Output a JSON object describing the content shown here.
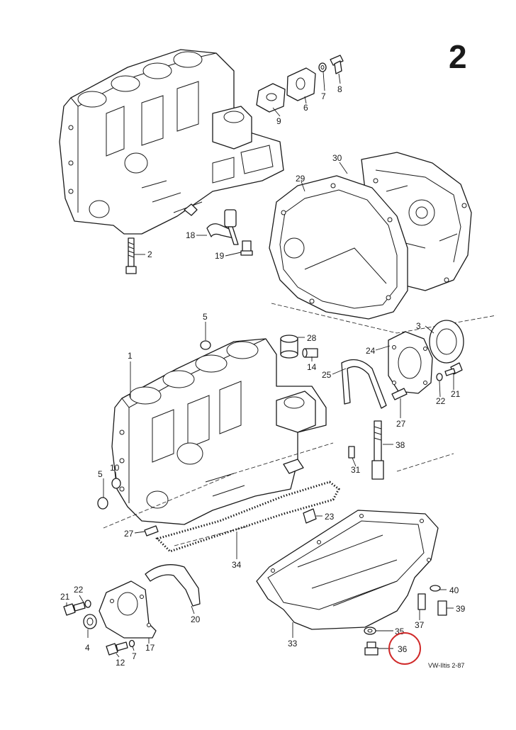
{
  "page_number": "2",
  "footer": "VW-Iltis  2-87",
  "highlight_color": "#d02a2a",
  "highlighted_callout": "36",
  "callouts": [
    "1",
    "2",
    "3",
    "4",
    "5",
    "6",
    "7",
    "8",
    "9",
    "10",
    "12",
    "14",
    "17",
    "18",
    "19",
    "20",
    "21",
    "22",
    "23",
    "24",
    "25",
    "27",
    "28",
    "29",
    "30",
    "31",
    "33",
    "34",
    "35",
    "36",
    "37",
    "38",
    "39",
    "40"
  ]
}
